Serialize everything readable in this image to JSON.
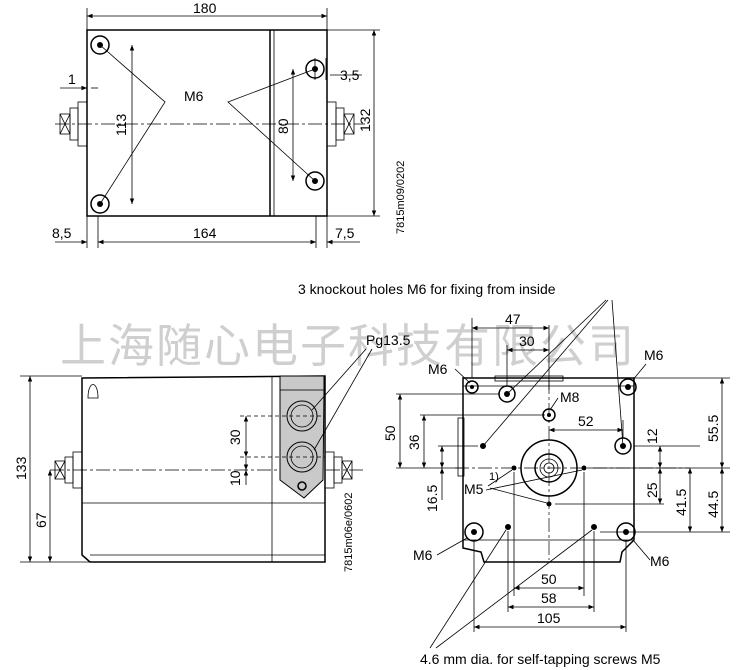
{
  "watermark": "上海随心电子科技有限公司",
  "top_view": {
    "dims": {
      "width": "180",
      "inner_width": "164",
      "left_offset": "8,5",
      "right_offset": "7,5",
      "height": "132",
      "hole_span": "113",
      "hole_span_right": "80",
      "gap": "1",
      "hole_offset": "3,5"
    },
    "thread_label": "M6",
    "drawing_ref": "7815m09/0202"
  },
  "side_view": {
    "dims": {
      "height": "133",
      "axis_height": "67",
      "gland_spacing": "30",
      "gland_offset": "10"
    },
    "gland_label": "Pg13.5",
    "drawing_ref": "7815m06e/0602"
  },
  "bottom_view": {
    "callout_knockout": "3 knockout holes M6 for fixing from inside",
    "callout_screws": "4.6 mm dia. for self-tapping screws M5",
    "labels": {
      "m6_top_left": "M6",
      "m6_top_right": "M6",
      "m8": "M8",
      "m5": "M5",
      "m5_note": "1)",
      "m6_bottom_left": "M6",
      "m6_bottom_right": "M6"
    },
    "dims": {
      "d47": "47",
      "d30": "30",
      "d52": "52",
      "d50_left": "50",
      "d36": "36",
      "d16_5": "16.5",
      "d12": "12",
      "d25": "25",
      "d41_5": "41.5",
      "d55_5": "55.5",
      "d44_5": "44.5",
      "d50_bottom": "50",
      "d58": "58",
      "d105": "105"
    }
  }
}
